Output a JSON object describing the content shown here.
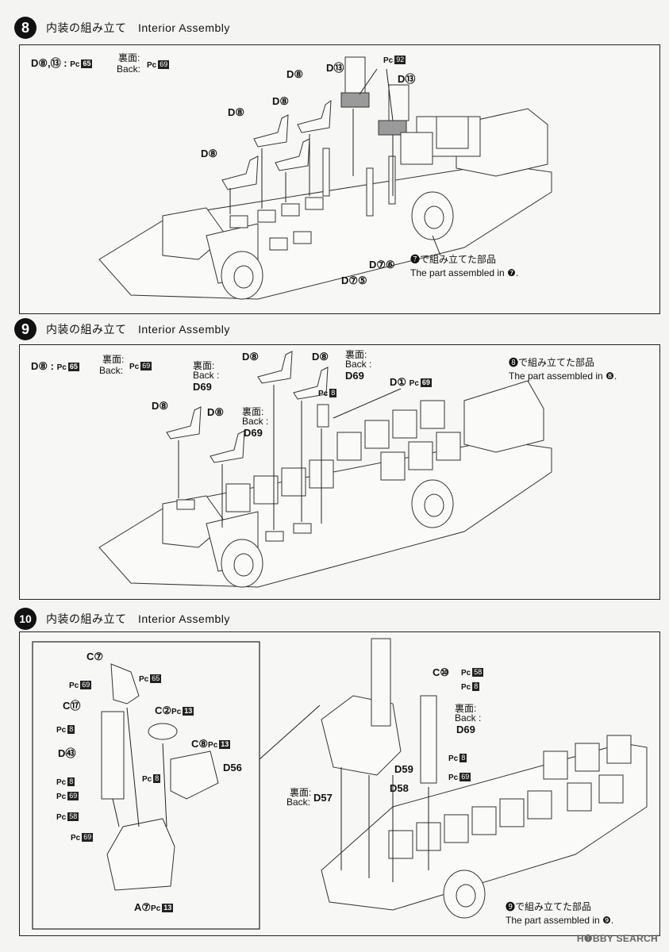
{
  "steps": [
    {
      "num": "8",
      "title": "内装の組み立て　Interior Assembly"
    },
    {
      "num": "9",
      "title": "内装の組み立て　Interior Assembly"
    },
    {
      "num": "10",
      "title": "内装の組み立て　Interior Assembly"
    }
  ],
  "labels": {
    "s8_d8_13": "D⑧,⑬ : ",
    "pc": "Pc",
    "c65": "65",
    "c69": "69",
    "c92": "92",
    "c8": "8",
    "c13": "13",
    "c58": "58",
    "ura": "裏面:",
    "back": "Back :",
    "back_nocolon": "Back:",
    "d8": "D⑧",
    "d13": "D⑬",
    "d75": "D⑦⑤",
    "d76": "D⑦⑥",
    "s8_note_jp": "❼で組み立てた部品",
    "s8_note_en": "The part assembled in ❼.",
    "s9_d8": "D⑧ : ",
    "s9_d1": "D① ",
    "s9_note_jp": "❽で組み立てた部品",
    "s9_note_en": "The part assembled in ❽.",
    "c7": "C⑦",
    "c17": "C⑰",
    "c2": "C②",
    "c8p": "C⑧",
    "c10": "C⑩",
    "a7": "A⑦",
    "d93": "D㊸",
    "d56": "D56",
    "d59": "D59",
    "d58": "D58",
    "d57": "D57",
    "d69": "D69",
    "s10_note_jp": "❾で組み立てた部品",
    "s10_note_en": "The part assembled in ❾."
  },
  "watermark": "H❶BBY SEARCH"
}
